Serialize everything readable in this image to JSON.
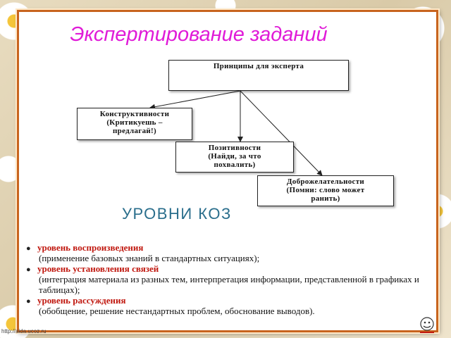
{
  "title": "Экспертирование заданий",
  "diagram": {
    "root": "Принципы для эксперта",
    "nodes": [
      {
        "line1": "Конструктивности",
        "line2": "(Критикуешь –",
        "line3": "предлагай!)"
      },
      {
        "line1": "Позитивности",
        "line2": "(Найди, за что",
        "line3": "похвалить)"
      },
      {
        "line1": "Доброжелательности",
        "line2": "(Помни: слово может",
        "line3": "ранить)"
      }
    ]
  },
  "levels_heading": "УРОВНИ КОЗ",
  "levels": [
    {
      "name": "уровень воспроизведения",
      "desc": "(применение базовых знаний в стандартных ситуациях);"
    },
    {
      "name": "уровень установления связей",
      "desc": "(интеграция материала из разных тем, интерпретация информации, представленной в графиках и таблицах);"
    },
    {
      "name": "уровень рассуждения",
      "desc": "(обобщение, решение нестандартных проблем, обоснование выводов)."
    }
  ],
  "watermark": "http://aida.ucoz.ru",
  "colors": {
    "title": "#e01bd8",
    "level_name": "#c0180f",
    "heading": "#2a6e8c",
    "frame": "#c8641e"
  }
}
